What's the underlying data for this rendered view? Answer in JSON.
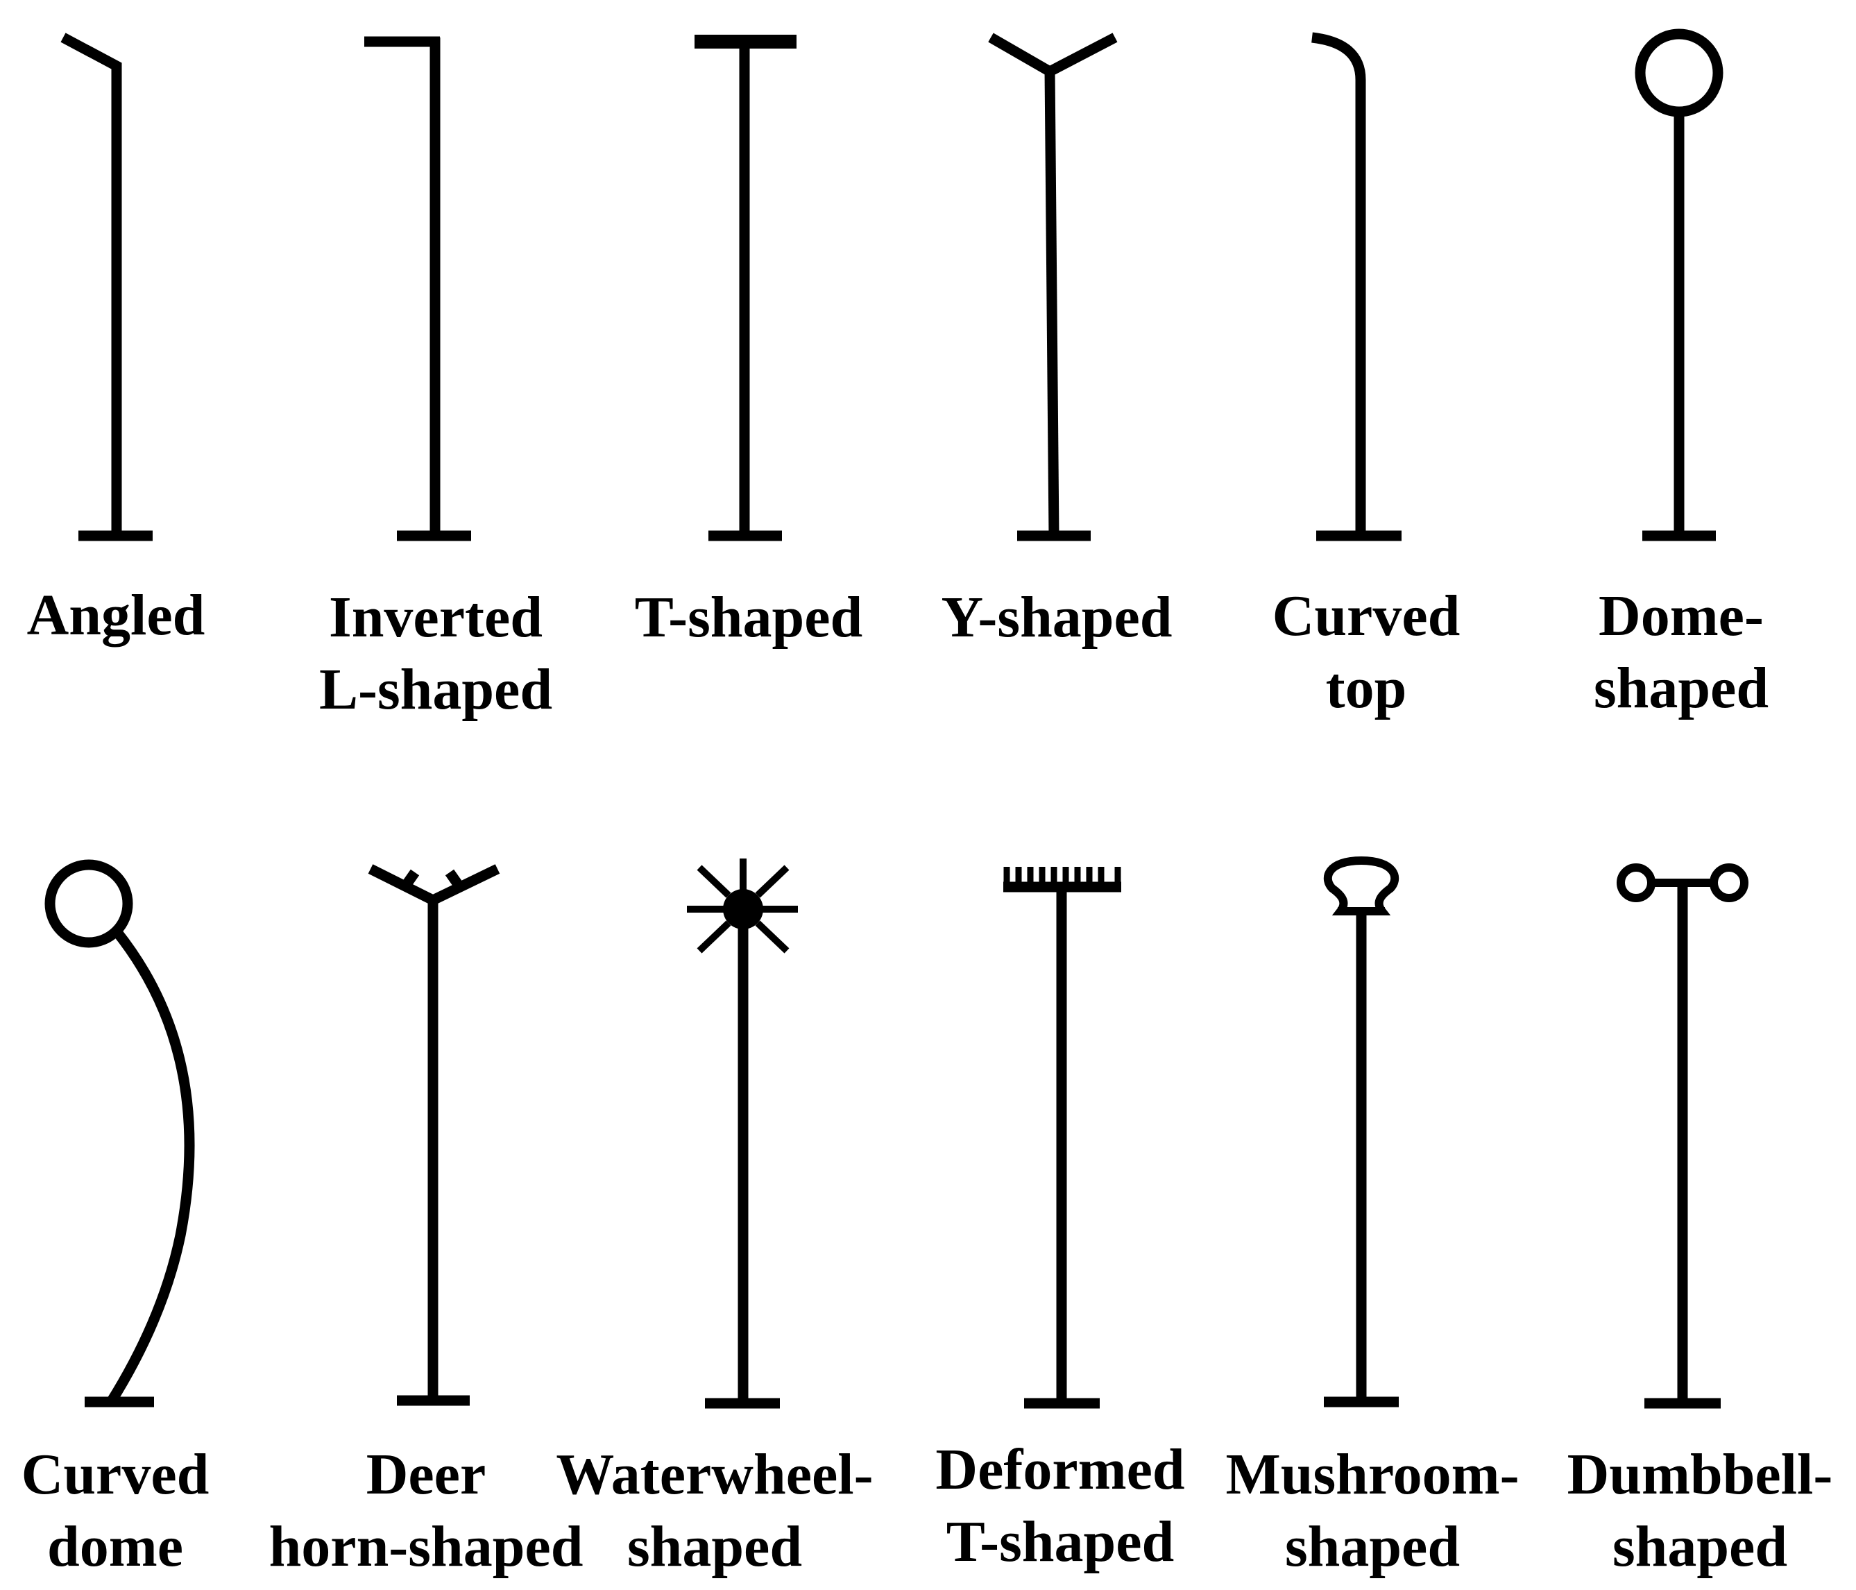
{
  "colors": {
    "ink": "#000000",
    "background": "#ffffff"
  },
  "figure": {
    "shapes": [
      {
        "id": "angled",
        "lines": [
          "Angled"
        ]
      },
      {
        "id": "inverted-l",
        "lines": [
          "Inverted",
          "L-shaped"
        ]
      },
      {
        "id": "t-shaped",
        "lines": [
          "T-shaped"
        ]
      },
      {
        "id": "y-shaped",
        "lines": [
          "Y-shaped"
        ]
      },
      {
        "id": "curved-top",
        "lines": [
          "Curved",
          "top"
        ]
      },
      {
        "id": "dome",
        "lines": [
          "Dome-",
          "shaped"
        ]
      },
      {
        "id": "curved-dome",
        "lines": [
          "Curved",
          "dome"
        ]
      },
      {
        "id": "deer-horn",
        "lines": [
          "Deer",
          "horn-shaped"
        ]
      },
      {
        "id": "waterwheel",
        "lines": [
          "Waterwheel-",
          "shaped"
        ]
      },
      {
        "id": "deformed-t",
        "lines": [
          "Deformed",
          "T-shaped"
        ]
      },
      {
        "id": "mushroom",
        "lines": [
          "Mushroom-",
          "shaped"
        ]
      },
      {
        "id": "dumbbell",
        "lines": [
          "Dumbbell-",
          "shaped"
        ]
      }
    ]
  }
}
